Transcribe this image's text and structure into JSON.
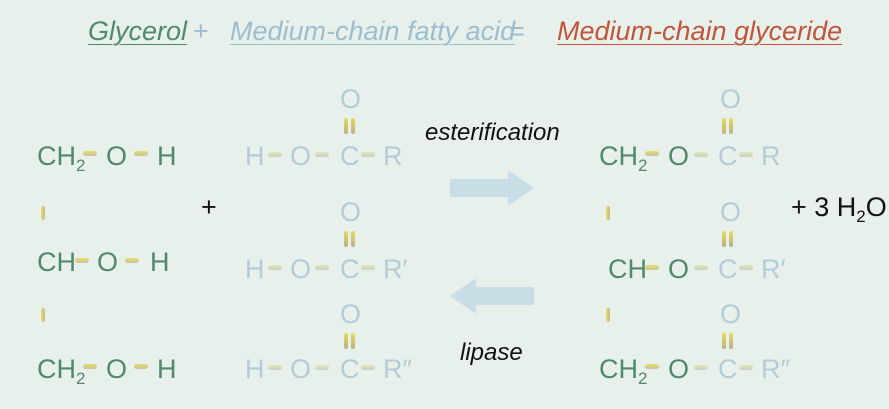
{
  "header": {
    "glycerol": "Glycerol",
    "plus": "+",
    "fatty_acid": "Medium-chain fatty acid",
    "equals": "=",
    "glyceride": "Medium-chain glyceride"
  },
  "colors": {
    "glycerol": "#4f8a6c",
    "fatty_acid": "#b3ccd8",
    "glyceride": "#c0553a",
    "bond": "#e6dd6a",
    "arrow": "#c9dde6"
  },
  "glycerol": {
    "ch2": "CH",
    "two": "2",
    "ch": "CH",
    "o": "O",
    "h": "H"
  },
  "acid": {
    "h": "H",
    "o": "O",
    "c": "C",
    "r1": "R",
    "r2": "R′",
    "r3": "R″",
    "carbonyl_o": "O"
  },
  "product": {
    "ch2": "CH",
    "two": "2",
    "ch": "CH",
    "o": "O",
    "c": "C",
    "r1": "R",
    "r2": "R′",
    "r3": "R″",
    "carbonyl_o": "O"
  },
  "reaction": {
    "plus": "+",
    "esterification": "esterification",
    "lipase": "lipase",
    "water_prefix": "+ 3 H",
    "water_sub": "2",
    "water_suffix": "O"
  }
}
